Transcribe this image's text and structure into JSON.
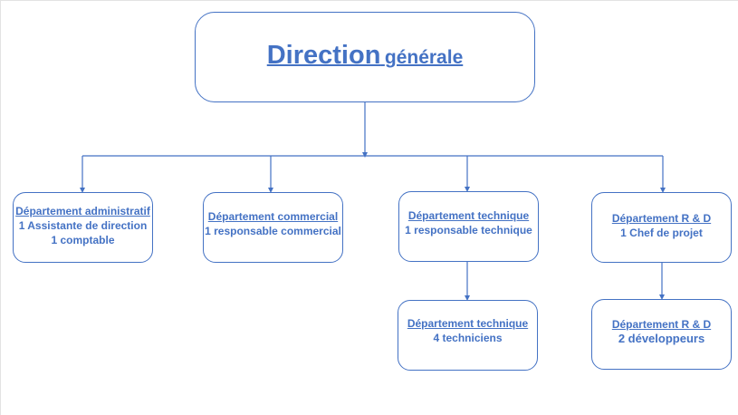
{
  "colors": {
    "accent": "#4472c4",
    "background": "#ffffff"
  },
  "root": {
    "title_word1": "Direction",
    "title_word2": "générale"
  },
  "departments": [
    {
      "title": "Département administratif",
      "lines": [
        "1 Assistante de direction",
        "1 comptable"
      ]
    },
    {
      "title": "Département commercial",
      "lines": [
        "1 responsable commercial"
      ]
    },
    {
      "title": "Département technique",
      "lines": [
        "1 responsable technique"
      ]
    },
    {
      "title": "Département R & D",
      "lines": [
        "1 Chef de projet"
      ]
    }
  ],
  "sub_departments": [
    {
      "title": "Département technique",
      "lines": [
        "4 techniciens"
      ]
    },
    {
      "title": "Département R & D",
      "lines": [
        "2 développeurs"
      ]
    }
  ]
}
